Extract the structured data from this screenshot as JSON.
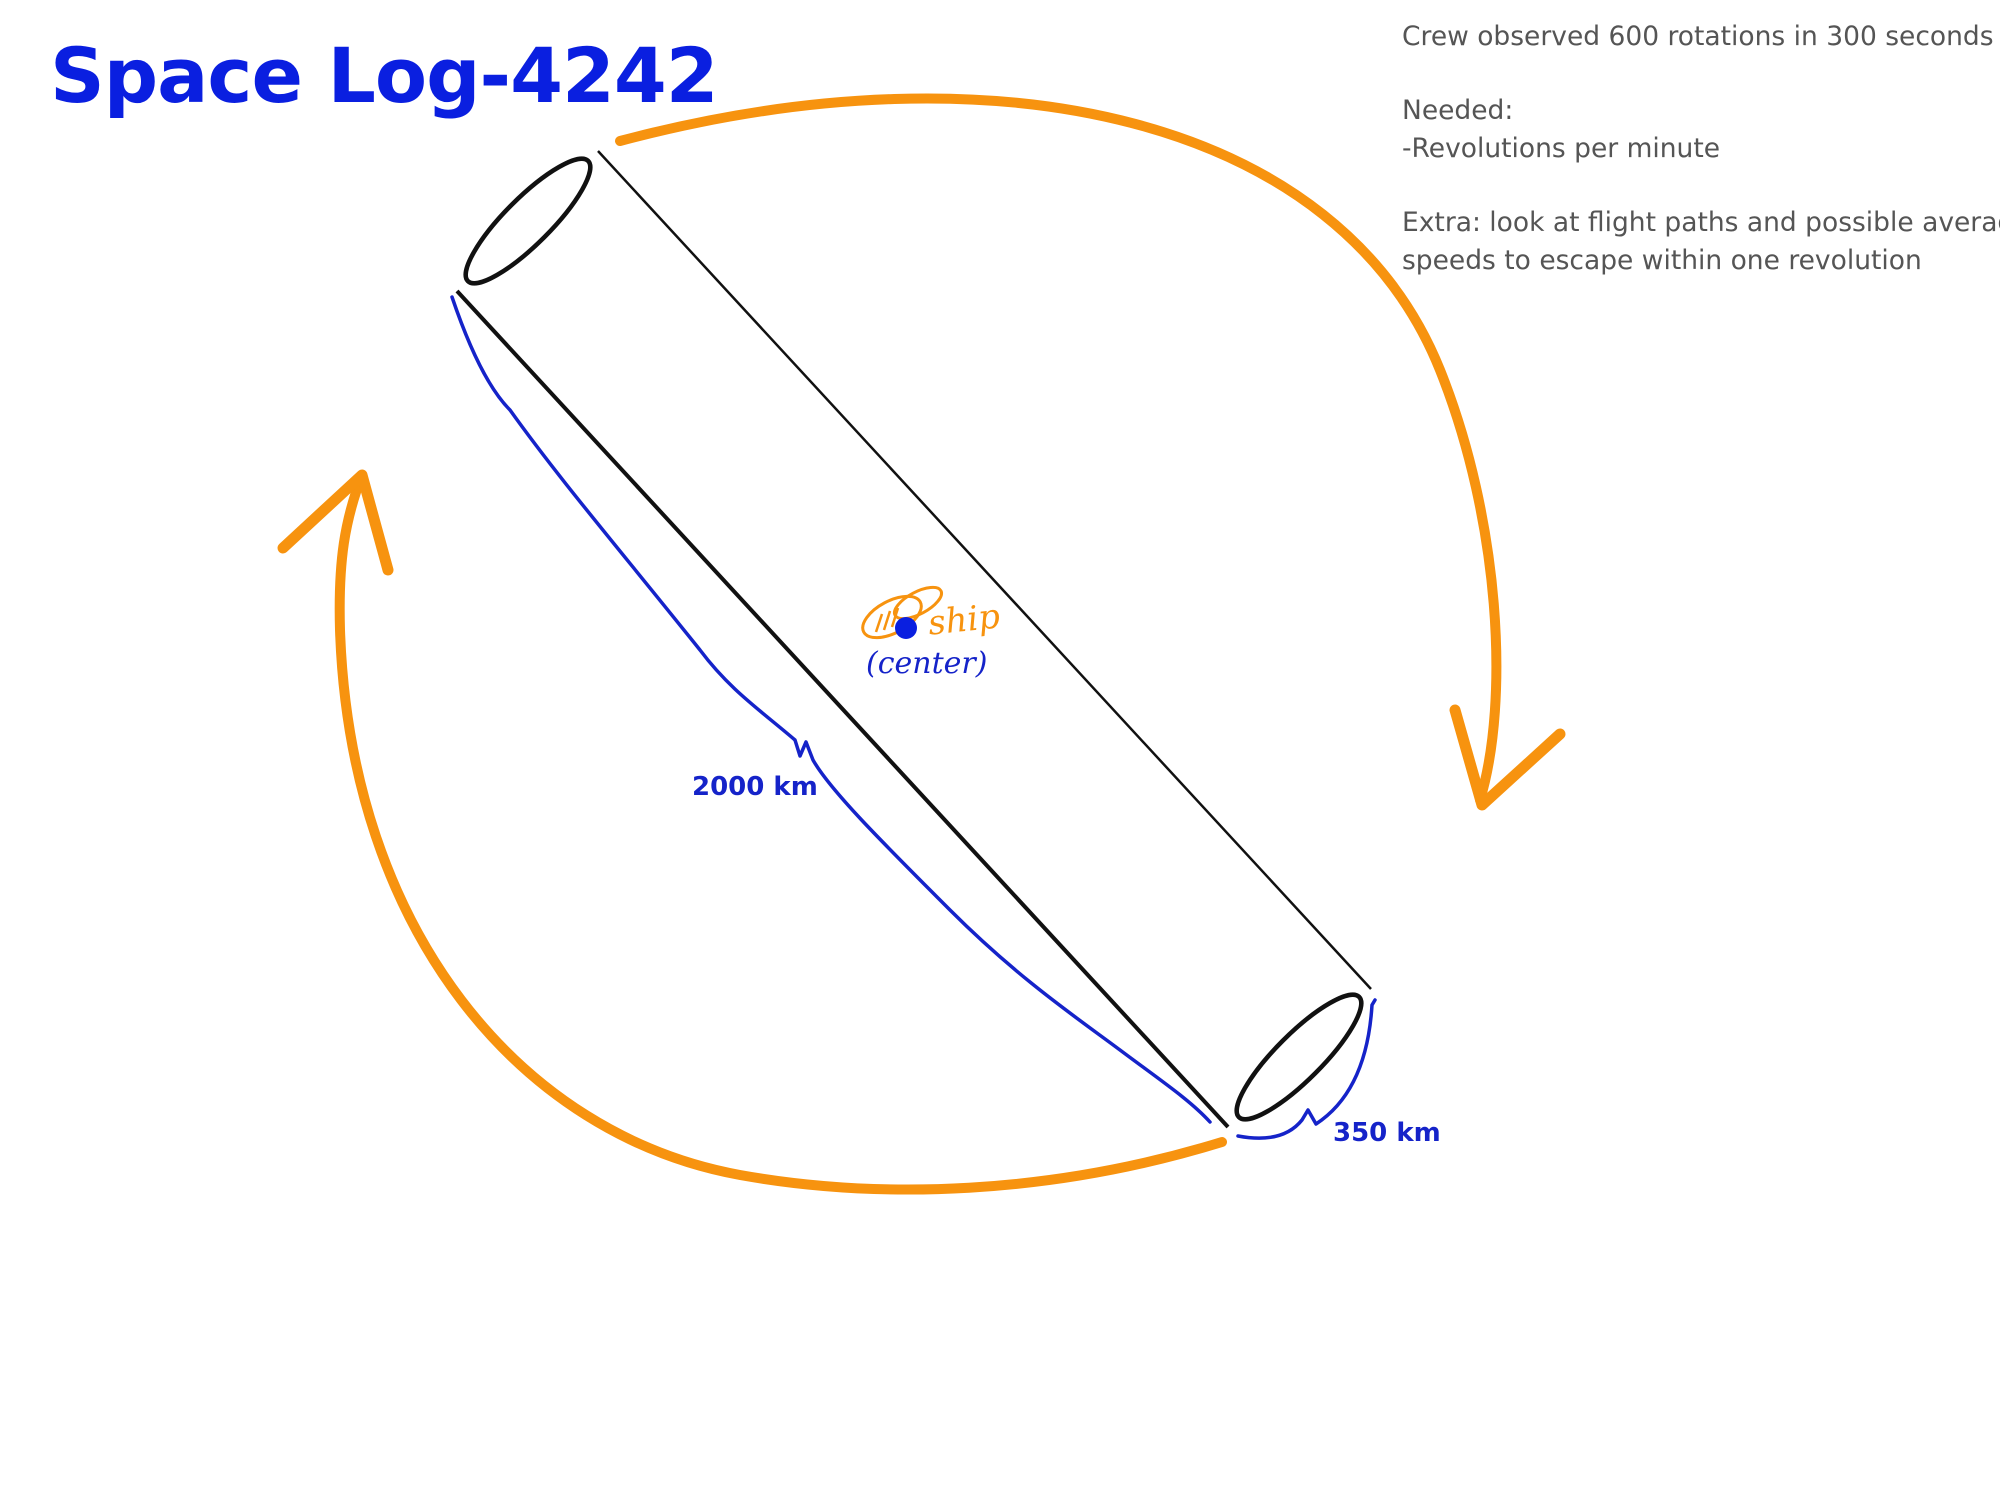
{
  "title": "Space Log-4242",
  "notes": {
    "observation": "Crew observed 600 rotations in 300 seconds",
    "needed_heading": "Needed:",
    "needed_item": "-Revolutions per minute",
    "extra_line1": "Extra: look at flight paths and possible average",
    "extra_line2": "speeds to escape within one revolution"
  },
  "dimensions": {
    "length": "2000 km",
    "diameter": "350 km"
  },
  "ship": {
    "label": "ship",
    "center_label": "(center)"
  },
  "colors": {
    "title": "#0a1fe0",
    "notes_text": "#555555",
    "dimension": "#1523c9",
    "arrow": "#f7930f",
    "outline": "#111111",
    "ship": "#f7930f",
    "ship_dot": "#0a1fe0",
    "background": "#ffffff"
  },
  "icons": {
    "ship": "spaceship-icon",
    "rotation": "curved-arrow-icon"
  }
}
